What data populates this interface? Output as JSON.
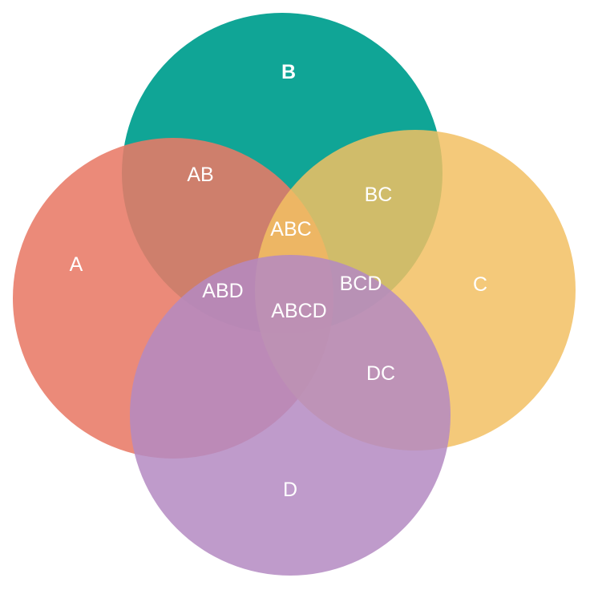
{
  "diagram": {
    "type": "venn",
    "sets": [
      {
        "key": "a",
        "label": "A",
        "color": "#e87a66"
      },
      {
        "key": "b",
        "label": "B",
        "color": "#10a596"
      },
      {
        "key": "c",
        "label": "C",
        "color": "#f2bf63"
      },
      {
        "key": "d",
        "label": "D",
        "color": "#b48ac2"
      }
    ],
    "regions": {
      "ab": "AB",
      "bc": "BC",
      "abc": "ABC",
      "abd": "ABD",
      "bcd": "BCD",
      "abcd": "ABCD",
      "dc": "DC"
    }
  }
}
